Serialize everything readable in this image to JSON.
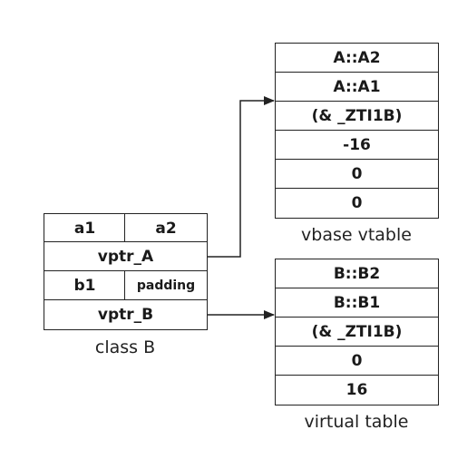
{
  "class_b": {
    "caption": "class B",
    "a1": "a1",
    "a2": "a2",
    "vptr_a": "vptr_A",
    "b1": "b1",
    "padding": "padding",
    "vptr_b": "vptr_B"
  },
  "vbase_vtable": {
    "caption": "vbase vtable",
    "entries": [
      "A::A2",
      "A::A1",
      "(& _ZTI1B)",
      "-16",
      "0",
      "0"
    ]
  },
  "virtual_table": {
    "caption": "virtual table",
    "entries": [
      "B::B2",
      "B::B1",
      "(& _ZTI1B)",
      "0",
      "16"
    ]
  }
}
